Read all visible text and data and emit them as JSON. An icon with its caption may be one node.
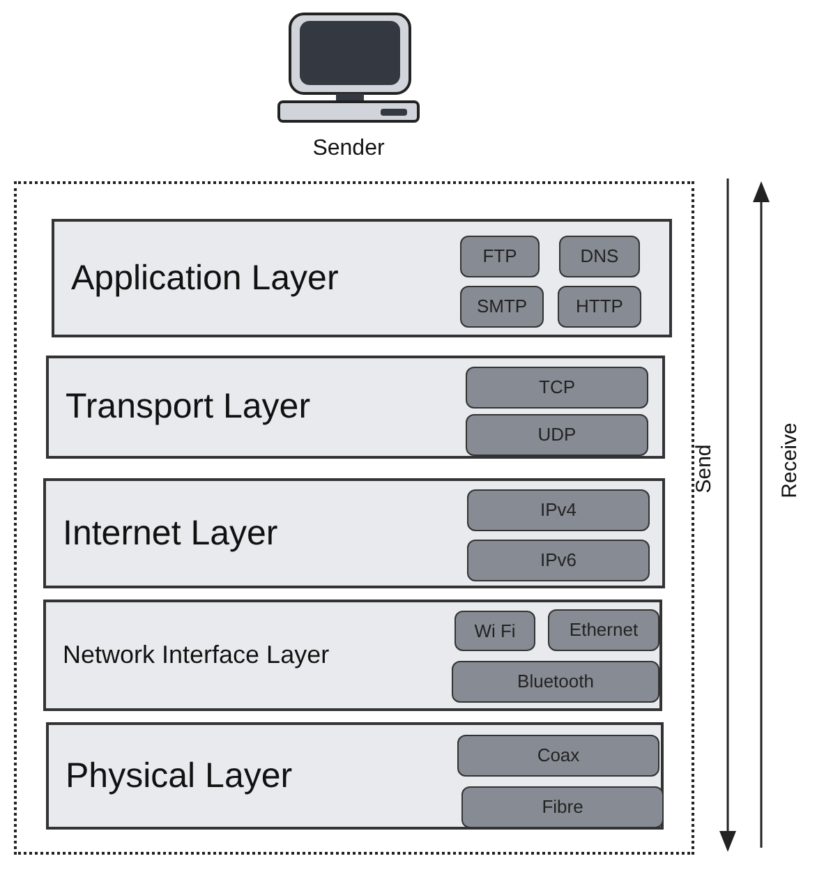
{
  "diagram": {
    "nodes": [
      {
        "text": [],
        "shape": "box"
      },
      {
        "text": [
          "Application Layer"
        ],
        "in": 0
      },
      {
        "text": [
          "FTP"
        ],
        "in": 1
      },
      {
        "text": [
          "DNS"
        ],
        "in": 1
      },
      {
        "text": [
          "SMTP"
        ],
        "in": 1
      },
      {
        "text": [
          "HTTP"
        ],
        "in": 1
      },
      {
        "text": [
          "Transport Layer"
        ],
        "in": 0
      },
      {
        "text": [
          "TCP"
        ],
        "in": 6
      },
      {
        "text": [
          "UDP"
        ],
        "in": 6
      },
      {
        "text": [
          "Internet Layer"
        ],
        "in": 0
      },
      {
        "text": [
          "IPv4"
        ],
        "in": 9
      },
      {
        "text": [
          "IPv6"
        ],
        "in": 9
      },
      {
        "text": [
          "Network Interface Layer"
        ],
        "in": 0
      },
      {
        "text": [
          "Wi Fi"
        ],
        "in": 12
      },
      {
        "text": [
          "Ethernet"
        ],
        "in": 12
      },
      {
        "text": [
          "Bluetooth"
        ],
        "in": 12
      },
      {
        "text": [
          "Physical Layer"
        ],
        "in": 0
      },
      {
        "text": [
          "Coax"
        ],
        "in": 16
      },
      {
        "text": [
          "Fibre"
        ],
        "in": 16
      }
    ],
    "labels": [
      "Sender",
      "Send",
      "Receive"
    ]
  }
}
